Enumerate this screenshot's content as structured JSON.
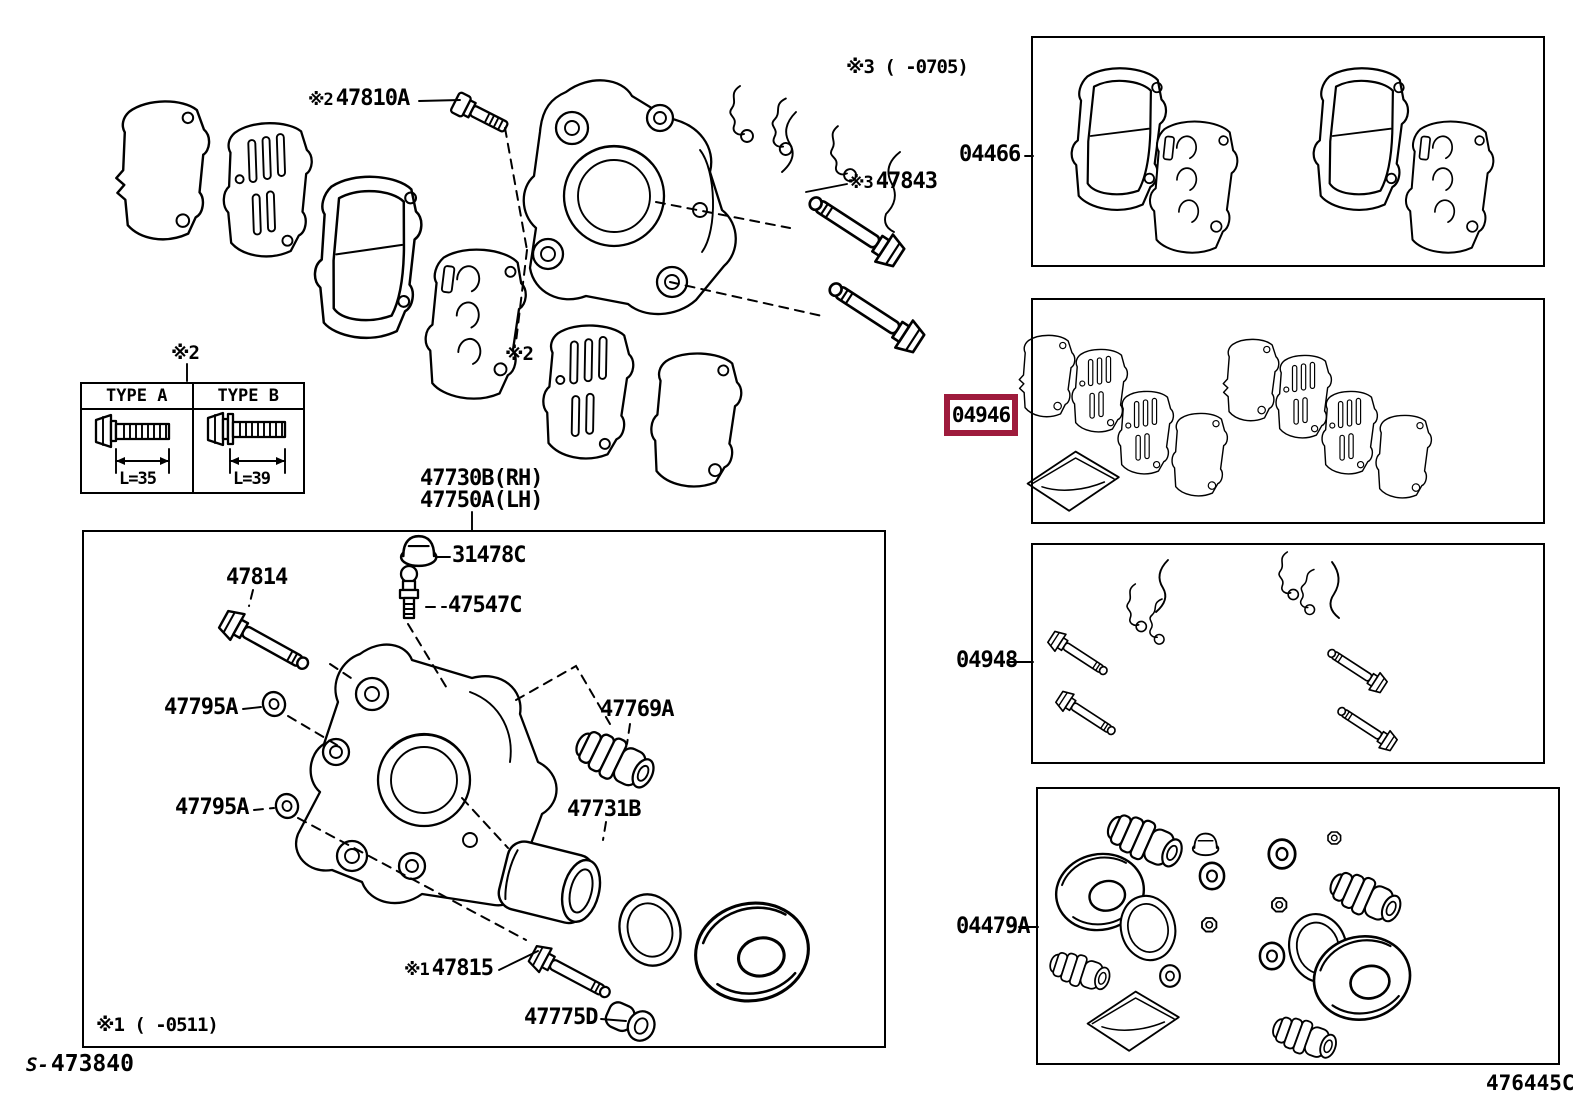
{
  "page": {
    "background_color": "#ffffff",
    "line_color": "#000000",
    "highlight_color": "#9e1b3c",
    "figure_prefix": "S-",
    "figure_number": "473840",
    "sheet_code": "476445C"
  },
  "notes": {
    "pad_clip_applicability": "※3 (    -0705)",
    "table_marker": "※2",
    "assembly_bolt_marker": "※2",
    "box_applicability": "※1 (    -0511)"
  },
  "type_table": {
    "type_a_label": "TYPE A",
    "type_b_label": "TYPE B",
    "type_a_length": "L=35",
    "type_b_length": "L=39"
  },
  "callouts": {
    "c47810a": {
      "prefix": "※2",
      "part": "47810A"
    },
    "c47843": {
      "prefix": "※3",
      "part": "47843"
    },
    "c47730b": {
      "part": "47730B(RH)"
    },
    "c47750a": {
      "part": "47750A(LH)"
    },
    "c31478c": {
      "part": "31478C"
    },
    "c47814": {
      "part": "47814"
    },
    "c47547c": {
      "part": "47547C"
    },
    "c47795a_upper": {
      "part": "47795A"
    },
    "c47795a_lower": {
      "part": "47795A"
    },
    "c47769a": {
      "part": "47769A"
    },
    "c47731b": {
      "part": "47731B"
    },
    "c47815": {
      "prefix": "※1",
      "part": "47815"
    },
    "c47775d": {
      "part": "47775D"
    }
  },
  "kits": {
    "pad_kit": "04466",
    "shim_kit": "04946",
    "fitting_kit": "04948",
    "cylinder_kit": "04479A"
  }
}
